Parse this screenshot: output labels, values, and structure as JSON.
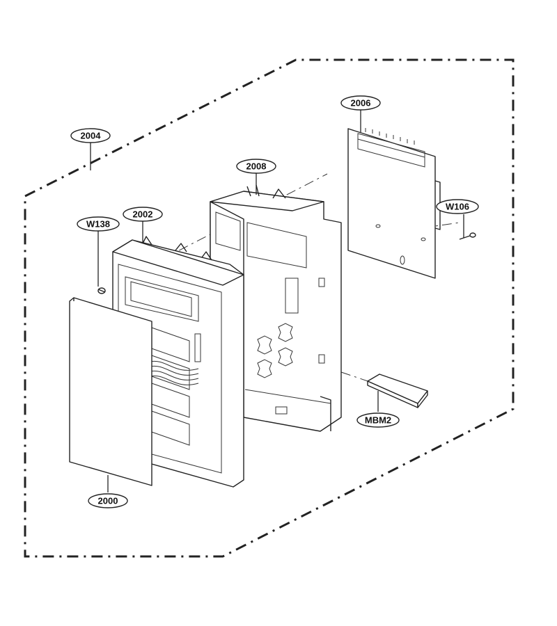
{
  "callouts": {
    "assembly": "2004",
    "pcb": "2006",
    "bracket": "2008",
    "frame": "2002",
    "screw_left": "W138",
    "screw_right": "W106",
    "film": "2000",
    "mbm": "MBM2"
  },
  "colors": {
    "line": "#222222",
    "background": "#ffffff"
  }
}
